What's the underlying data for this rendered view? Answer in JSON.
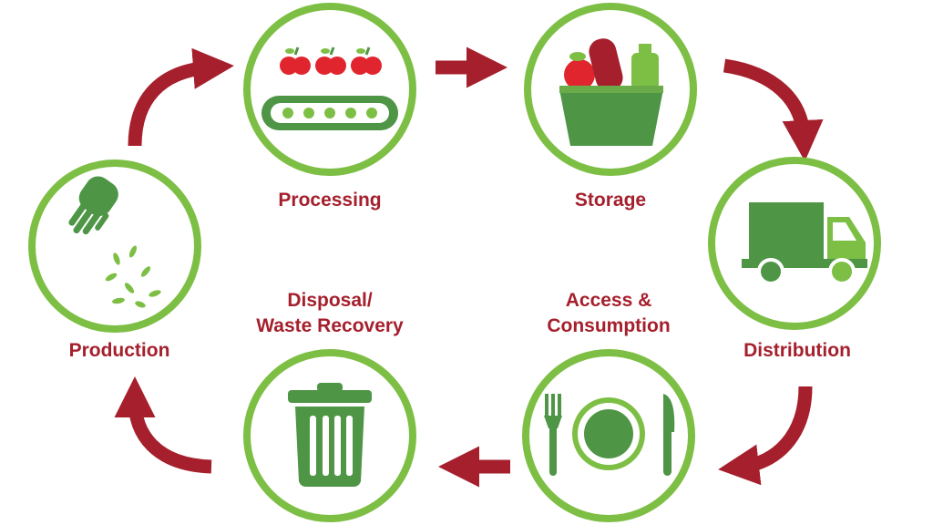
{
  "colors": {
    "ring": "#7dbf44",
    "icon_dark": "#4f9546",
    "icon_light": "#8cc152",
    "arrow": "#a51f2c",
    "apple": "#e1252f",
    "label": "#a51f2c"
  },
  "stages": {
    "processing": {
      "label": "Processing",
      "icon": "conveyor-apples-icon"
    },
    "storage": {
      "label": "Storage",
      "icon": "grocery-basket-icon"
    },
    "distribution": {
      "label": "Distribution",
      "icon": "delivery-truck-icon"
    },
    "consumption": {
      "label_line1": "Access &",
      "label_line2": "Consumption",
      "icon": "plate-fork-knife-icon"
    },
    "disposal": {
      "label_line1": "Disposal/",
      "label_line2": "Waste Recovery",
      "icon": "trash-can-icon"
    },
    "production": {
      "label": "Production",
      "icon": "hand-sowing-seeds-icon"
    }
  }
}
